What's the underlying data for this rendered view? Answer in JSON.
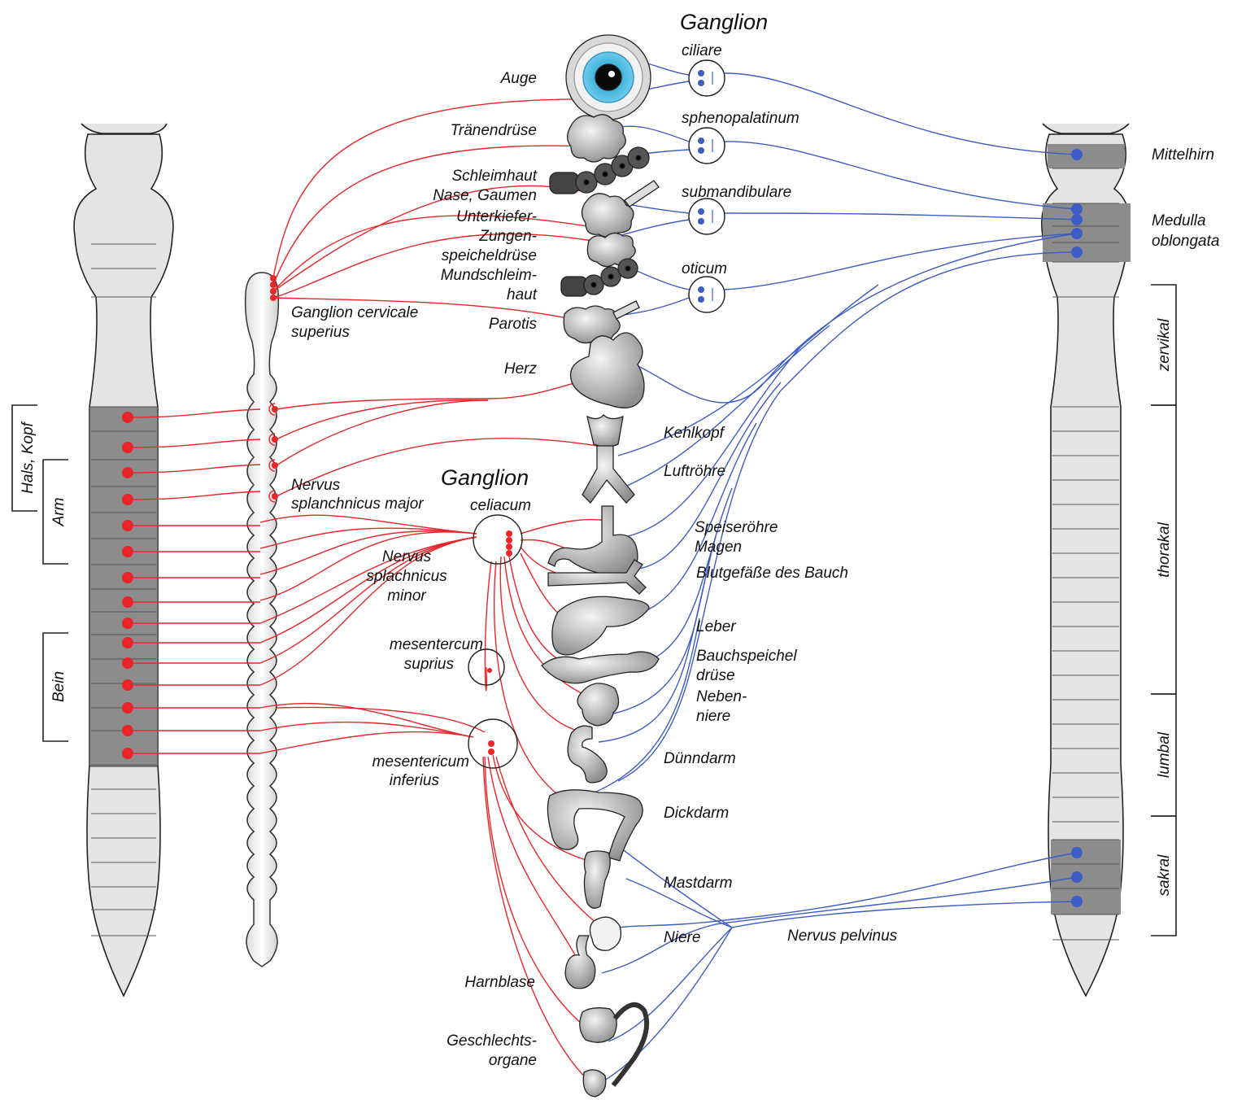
{
  "diagram": {
    "colors": {
      "sympathetic": "#e8262a",
      "parasympathetic": "#3d5cc4",
      "cord_light": "#e3e3e3",
      "cord_dark": "#8a8a8a",
      "organ_fill": "#c8c8c8"
    },
    "headers": {
      "ganglion_top": "Ganglion",
      "ganglion_celiac_title": "Ganglion"
    },
    "cranial_ganglia": [
      {
        "name": "ciliare"
      },
      {
        "name": "sphenopalatinum"
      },
      {
        "name": "submandibulare"
      },
      {
        "name": "oticum"
      }
    ],
    "organs": {
      "auge": "Auge",
      "traenendruese": "Tränendrüse",
      "schleimhaut_1": "Schleimhaut",
      "schleimhaut_2": "Nase, Gaumen",
      "unterkiefer_1": "Unterkiefer-",
      "unterkiefer_2": "Zungen-",
      "unterkiefer_3": "speicheldrüse",
      "mundschleim_1": "Mundschleim-",
      "mundschleim_2": "haut",
      "parotis": "Parotis",
      "herz": "Herz",
      "kehlkopf": "Kehlkopf",
      "luftroehre": "Luftröhre",
      "speiseroehre": "Speiseröhre",
      "magen": "Magen",
      "blutgefaesse": "Blutgefäße des Bauch",
      "leber": "Leber",
      "bauchspeichel_1": "Bauchspeichel",
      "bauchspeichel_2": "drüse",
      "nebenniere_1": "Neben-",
      "nebenniere_2": "niere",
      "duenndarm": "Dünndarm",
      "dickdarm": "Dickdarm",
      "mastdarm": "Mastdarm",
      "niere": "Niere",
      "harnblase": "Harnblase",
      "geschlechts_1": "Geschlechts-",
      "geschlechts_2": "organe"
    },
    "ganglia_labels": {
      "cervicale_1": "Ganglion cervicale",
      "cervicale_2": "superius",
      "splanchnicus_major_1": "Nervus",
      "splanchnicus_major_2": "splanchnicus major",
      "celiacum": "celiacum",
      "splanchnicus_minor_1": "Nervus",
      "splanchnicus_minor_2": "splachnicus",
      "splanchnicus_minor_3": "minor",
      "mes_sup_1": "mesentercum",
      "mes_sup_2": "suprius",
      "mes_inf_1": "mesentericum",
      "mes_inf_2": "inferius",
      "pelvinus": "Nervus pelvinus"
    },
    "brain_labels": {
      "mittelhirn": "Mittelhirn",
      "medulla_1": "Medulla",
      "medulla_2": "oblongata"
    },
    "regions_left": [
      "Hals, Kopf",
      "Arm",
      "Bein"
    ],
    "regions_right": [
      "zervikal",
      "thorakal",
      "lumbal",
      "sakral"
    ]
  }
}
